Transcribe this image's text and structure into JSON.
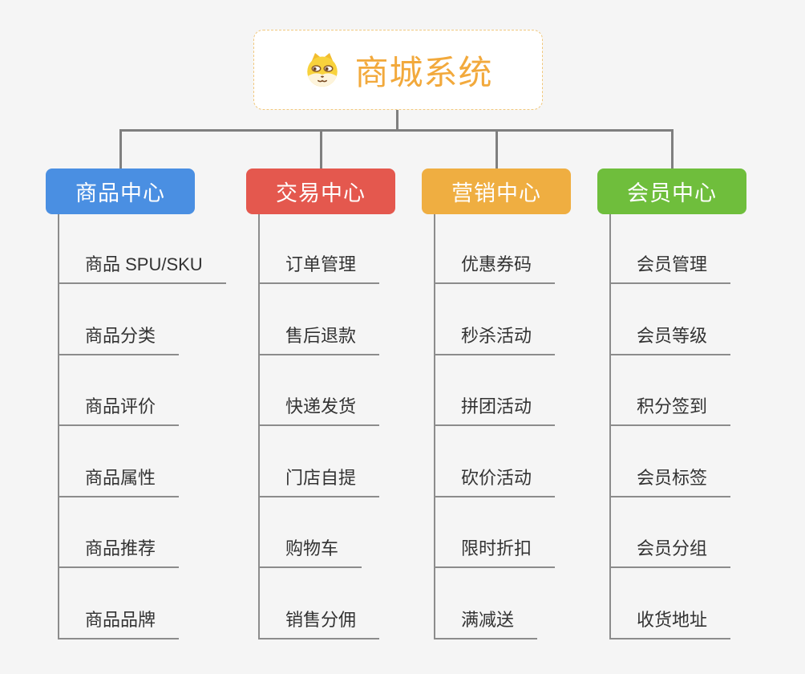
{
  "canvas": {
    "background_color": "#f5f5f5"
  },
  "root": {
    "label": "商城系统",
    "icon": "dog-face-icon",
    "text_color": "#f2a93c",
    "border_color": "#f1c87e",
    "background_color": "#ffffff"
  },
  "lines": {
    "connector_color": "#7f7f7f",
    "underline_color": "#8c8c8c"
  },
  "branches": [
    {
      "label": "商品中心",
      "color": "#4a8fe2",
      "children": [
        "商品 SPU/SKU",
        "商品分类",
        "商品评价",
        "商品属性",
        "商品推荐",
        "商品品牌"
      ]
    },
    {
      "label": "交易中心",
      "color": "#e4584e",
      "children": [
        "订单管理",
        "售后退款",
        "快递发货",
        "门店自提",
        "购物车",
        "销售分佣"
      ]
    },
    {
      "label": "营销中心",
      "color": "#efae41",
      "children": [
        "优惠券码",
        "秒杀活动",
        "拼团活动",
        "砍价活动",
        "限时折扣",
        "满减送"
      ]
    },
    {
      "label": "会员中心",
      "color": "#6fbe3c",
      "children": [
        "会员管理",
        "会员等级",
        "积分签到",
        "会员标签",
        "会员分组",
        "收货地址"
      ]
    }
  ]
}
